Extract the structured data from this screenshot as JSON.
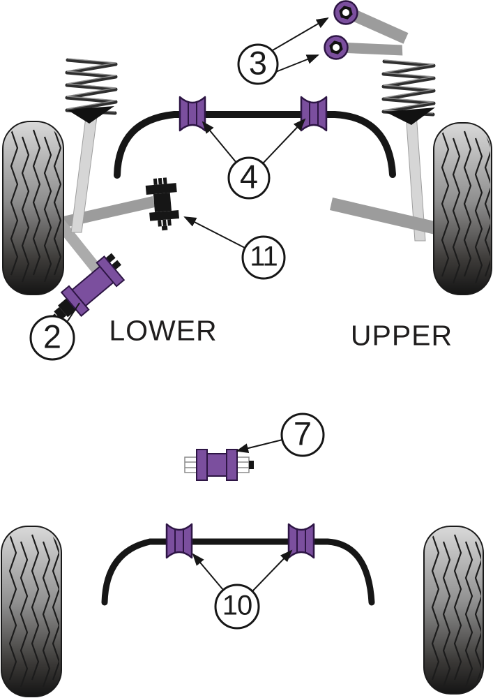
{
  "diagram": {
    "type": "suspension-bushing-fitment-diagram",
    "section_labels": {
      "lower": "LOWER",
      "upper": "UPPER"
    },
    "callouts": {
      "c2": {
        "label": "2"
      },
      "c3": {
        "label": "3"
      },
      "c4": {
        "label": "4"
      },
      "c7": {
        "label": "7"
      },
      "c10": {
        "label": "10"
      },
      "c11": {
        "label": "11"
      }
    },
    "colors": {
      "bushing_purple": "#7b4f9e",
      "bushing_outline": "#2d1544",
      "bar_black": "#161616",
      "arm_gray": "#9c9c9c",
      "strut_gray": "#d6d6d6",
      "tire_light": "#d9d9d9",
      "tire_dark": "#141414"
    }
  }
}
